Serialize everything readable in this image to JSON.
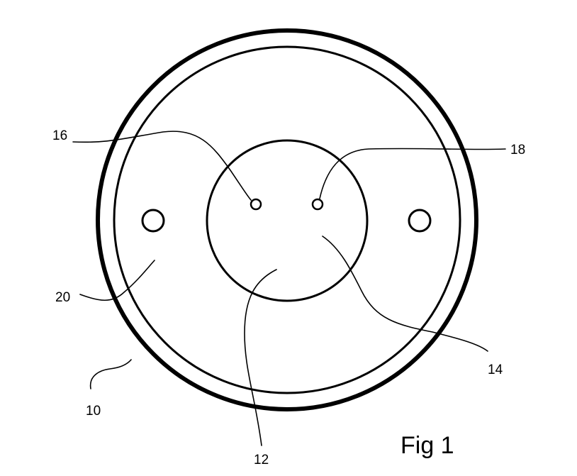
{
  "figure": {
    "caption": "Fig 1",
    "labels": {
      "ref_10": "10",
      "ref_12": "12",
      "ref_14": "14",
      "ref_16": "16",
      "ref_18": "18",
      "ref_20": "20"
    }
  },
  "colors": {
    "line": "#000000",
    "background": "#ffffff"
  }
}
